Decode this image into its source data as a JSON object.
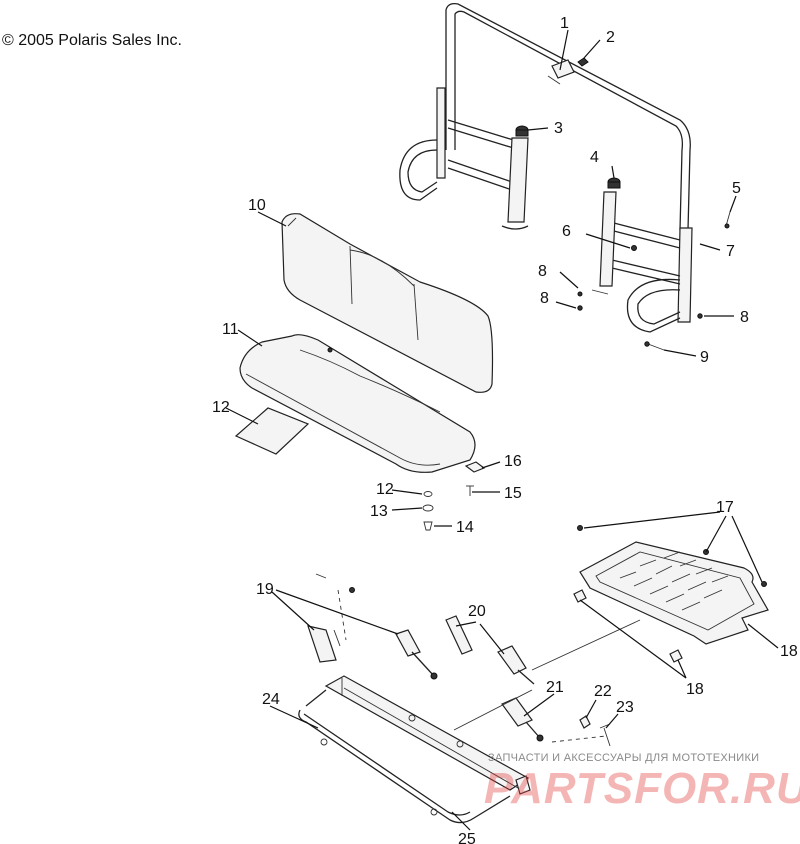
{
  "copyright": "© 2005 Polaris Sales Inc.",
  "callouts": [
    "1",
    "2",
    "3",
    "4",
    "5",
    "6",
    "7",
    "8",
    "8",
    "8",
    "9",
    "10",
    "11",
    "12",
    "12",
    "13",
    "14",
    "15",
    "16",
    "17",
    "18",
    "18",
    "19",
    "20",
    "21",
    "22",
    "23",
    "24",
    "25"
  ],
  "watermark": {
    "tagline": "ЗАПЧАСТИ И АКСЕССУАРЫ ДЛЯ МОТОТЕХНИКИ",
    "logo": "PARTSFOR.RU"
  }
}
